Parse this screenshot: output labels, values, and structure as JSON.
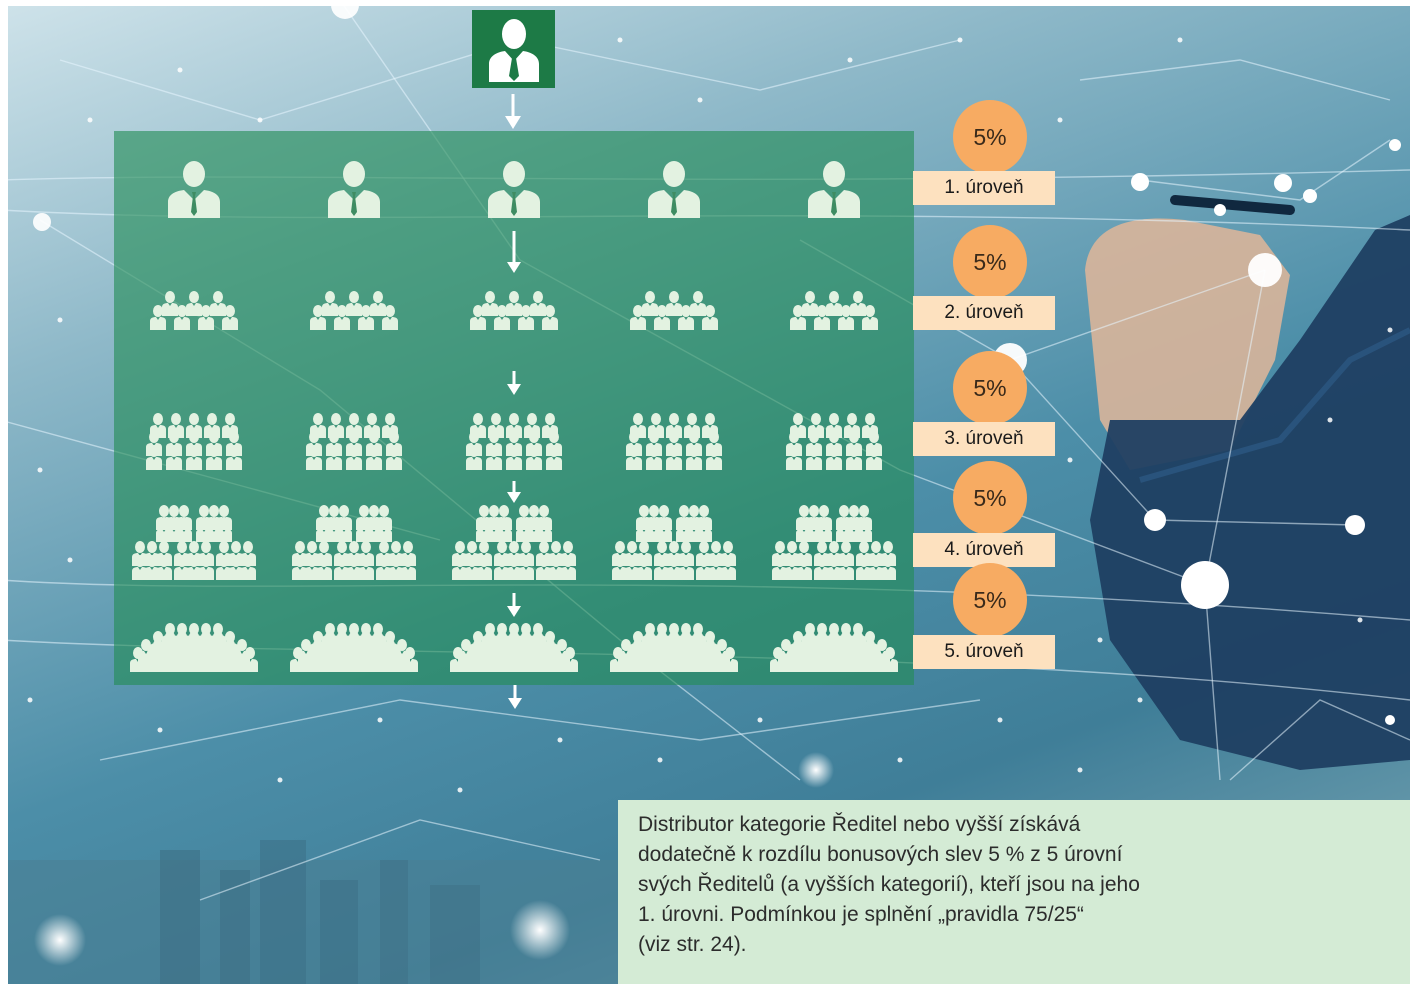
{
  "icons": {
    "director": "person-icon",
    "arrow": "arrow-down-icon",
    "group": "group-icon"
  },
  "colors": {
    "panel_green": "#238c55",
    "top_box_green": "#1d7a46",
    "circle_orange": "#f7ab62",
    "label_peach": "#fde1bf",
    "note_green": "#d4ebd5",
    "icon_fill": "#e3f2e1"
  },
  "levels": [
    {
      "percent": "5%",
      "label": "1. úroveň"
    },
    {
      "percent": "5%",
      "label": "2. úroveň"
    },
    {
      "percent": "5%",
      "label": "3. úroveň"
    },
    {
      "percent": "5%",
      "label": "4. úroveň"
    },
    {
      "percent": "5%",
      "label": "5. úroveň"
    }
  ],
  "note": {
    "lines": [
      "Distributor kategorie Ředitel nebo vyšší získává",
      "dodatečně k rozdílu bonusových slev 5 % z 5 úrovní",
      "svých Ředitelů (a vyšších kategorií), kteří jsou na jeho",
      "1. úrovni. Podmínkou je splnění „pravidla 75/25“",
      "(viz str. 24)."
    ]
  }
}
